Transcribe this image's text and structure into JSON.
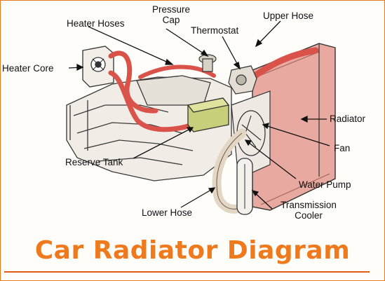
{
  "title": "Car Radiator Diagram",
  "labels": {
    "pressure_cap": "Pressure\nCap",
    "upper_hose": "Upper Hose",
    "heater_hoses": "Heater Hoses",
    "thermostat": "Thermostat",
    "heater_core": "Heater Core",
    "radiator": "Radiator",
    "fan": "Fan",
    "reserve_tank": "Reserve Tank",
    "water_pump": "Water Pump",
    "lower_hose": "Lower Hose",
    "transmission_cooler": "Transmission\nCooler"
  },
  "colors": {
    "hose": "#d9534a",
    "radiator": "#e8a9a0",
    "tank": "#c8cf7a",
    "title": "#ef7a1e"
  }
}
